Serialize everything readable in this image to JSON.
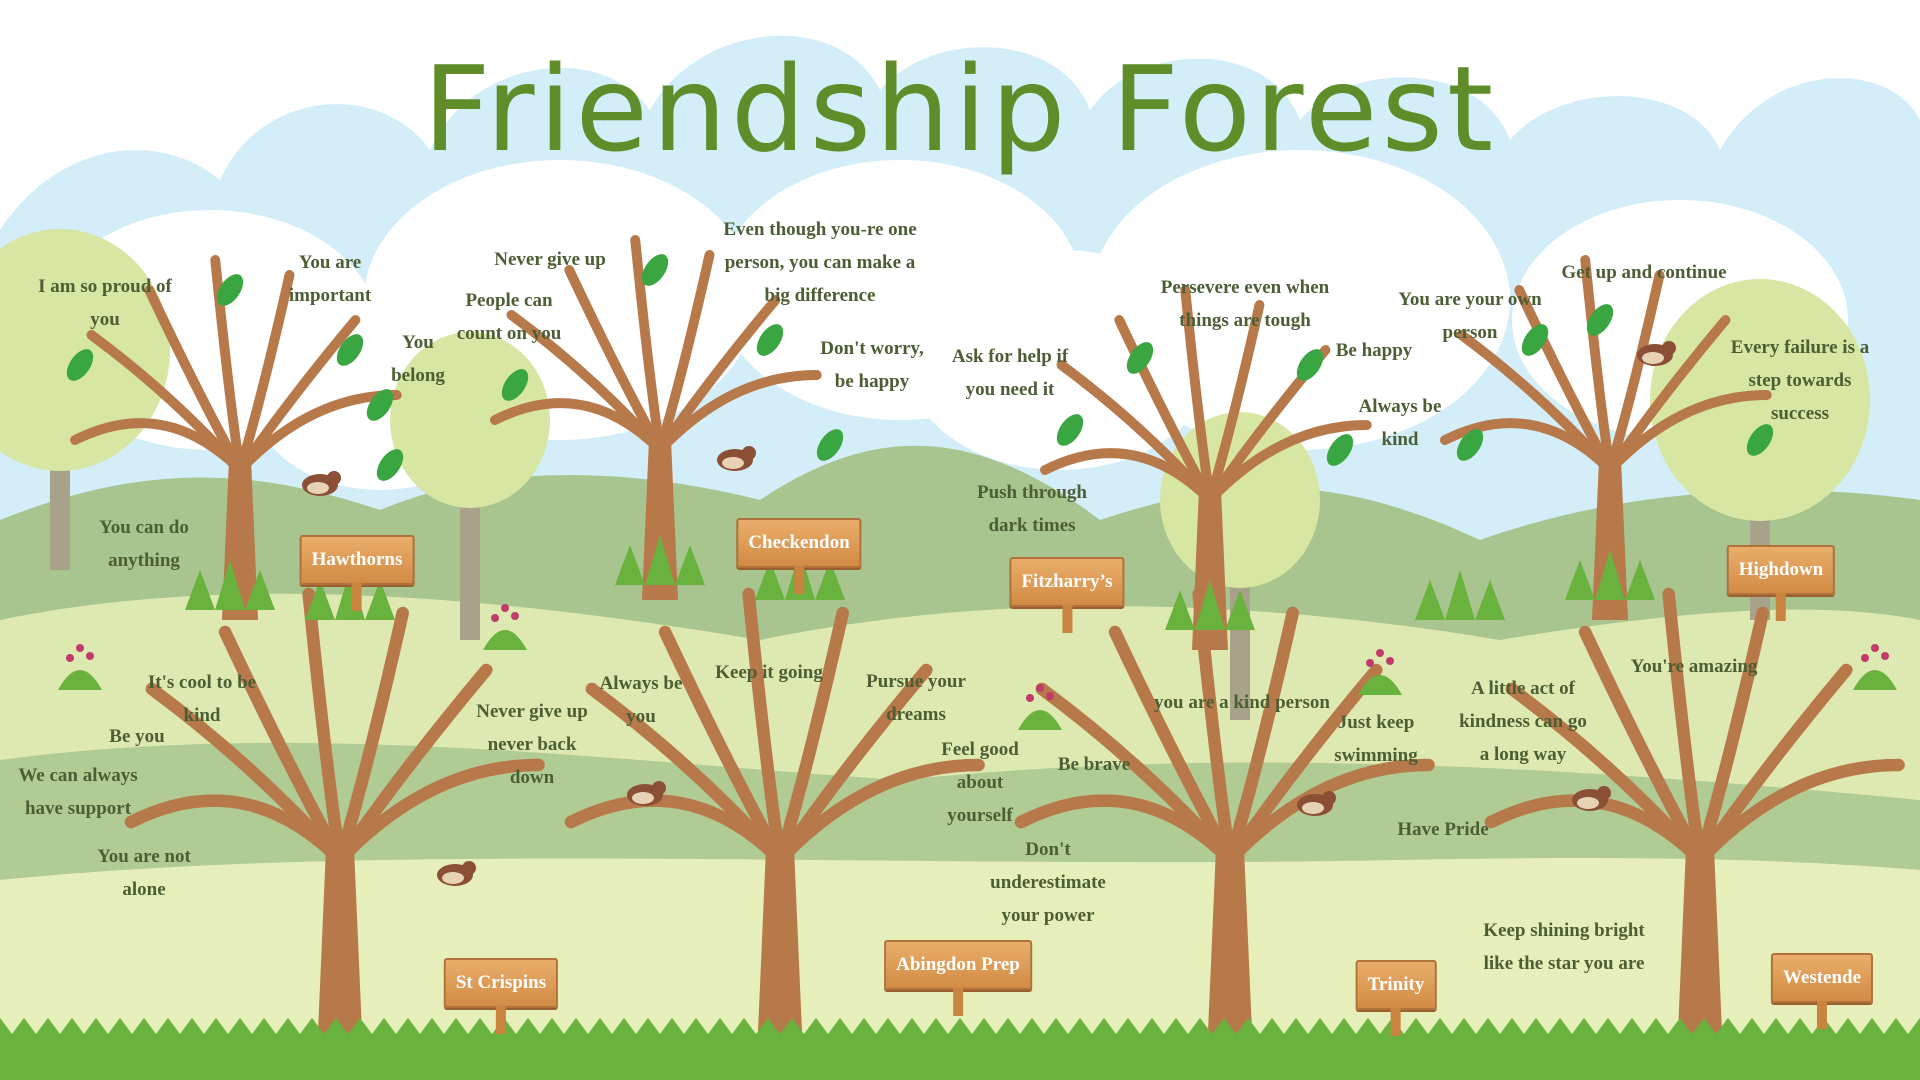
{
  "title": "Friendship Forest",
  "colors": {
    "sky": "#d3eef8",
    "cloud": "#ffffff",
    "hill_dark": "#a8c58f",
    "hill_light": "#dde9b0",
    "meadow": "#e6efba",
    "grass": "#69b23d",
    "trunk": "#b7784a",
    "leaf": "#3aa641",
    "sign": "#dd9a55",
    "title": "#5f8d2a",
    "text": "#4c5e34"
  },
  "signs": [
    {
      "key": "hawthorns",
      "label": "Hawthorns"
    },
    {
      "key": "checkendon",
      "label": "Checkendon"
    },
    {
      "key": "fitzharrys",
      "label": "Fitzharry’s"
    },
    {
      "key": "highdown",
      "label": "Highdown"
    },
    {
      "key": "stcrispins",
      "label": "St Crispins"
    },
    {
      "key": "abingdon",
      "label": "Abingdon Prep"
    },
    {
      "key": "trinity",
      "label": "Trinity"
    },
    {
      "key": "westende",
      "label": "Westende"
    }
  ],
  "messages": [
    {
      "key": "proud",
      "text": "I am so proud of\nyou"
    },
    {
      "key": "important",
      "text": "You are\nimportant"
    },
    {
      "key": "belong",
      "text": "You\nbelong"
    },
    {
      "key": "can-do",
      "text": "You can do\nanything"
    },
    {
      "key": "never-give-up",
      "text": "Never give up"
    },
    {
      "key": "count-on",
      "text": "People can\ncount on you"
    },
    {
      "key": "difference",
      "text": "Even though you-re one\nperson, you can make a\nbig difference"
    },
    {
      "key": "dont-worry",
      "text": "Don't worry,\nbe happy"
    },
    {
      "key": "ask-help",
      "text": "Ask for help if\nyou need it"
    },
    {
      "key": "persevere",
      "text": "Persevere even when\nthings are tough"
    },
    {
      "key": "be-happy",
      "text": "Be happy"
    },
    {
      "key": "kind",
      "text": "Always be\nkind"
    },
    {
      "key": "push-through",
      "text": "Push through\ndark times"
    },
    {
      "key": "own-person",
      "text": "You are your own\nperson"
    },
    {
      "key": "continue",
      "text": "Get up and continue"
    },
    {
      "key": "failure",
      "text": "Every failure is a\nstep towards\nsuccess"
    },
    {
      "key": "cool-kind",
      "text": "It's cool to be\nkind"
    },
    {
      "key": "be-you",
      "text": "Be you"
    },
    {
      "key": "support",
      "text": "We can always\nhave support"
    },
    {
      "key": "not-alone",
      "text": "You are not\nalone"
    },
    {
      "key": "never-back-down",
      "text": "Never give up\nnever back\ndown"
    },
    {
      "key": "always-you",
      "text": "Always be\nyou"
    },
    {
      "key": "keep-going",
      "text": "Keep it going"
    },
    {
      "key": "dreams",
      "text": "Pursue your\ndreams"
    },
    {
      "key": "feel-good",
      "text": "Feel good\nabout\nyourself"
    },
    {
      "key": "brave",
      "text": "Be brave"
    },
    {
      "key": "underestimate",
      "text": "Don't\nunderestimate\nyour power"
    },
    {
      "key": "kind-person",
      "text": "you are a kind person"
    },
    {
      "key": "swimming",
      "text": "Just keep\nswimming"
    },
    {
      "key": "pride",
      "text": "Have Pride"
    },
    {
      "key": "little-act",
      "text": "A little act of\nkindness can go\na long way"
    },
    {
      "key": "amazing",
      "text": "You're amazing"
    },
    {
      "key": "shining",
      "text": "Keep shining bright\nlike the star you are"
    }
  ]
}
